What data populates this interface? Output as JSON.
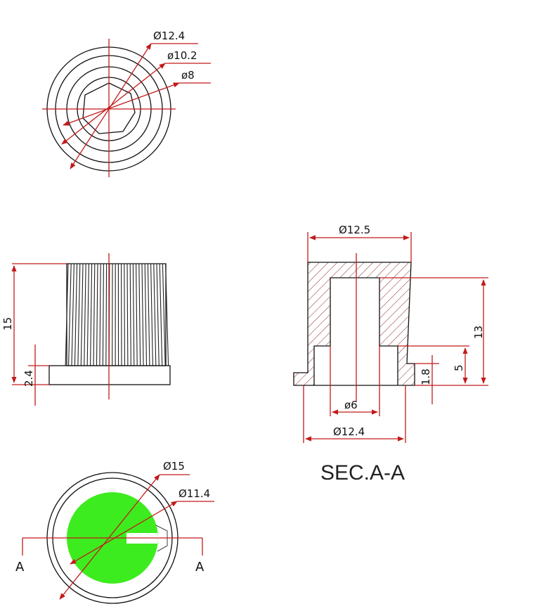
{
  "top_view": {
    "d1": "Ø12.4",
    "d2": "ø10.2",
    "d3": "ø8"
  },
  "side_view": {
    "height": "15",
    "base": "2.4"
  },
  "section": {
    "top_dia": "Ø12.5",
    "height": "13",
    "inner_height": "5",
    "lip": "1.8",
    "bore": "ø6",
    "base_dia": "Ø12.4",
    "caption": "SEC.A-A"
  },
  "bottom_view": {
    "d1": "Ø15",
    "d2": "Ø11.4",
    "cut_left": "A",
    "cut_right": "A"
  },
  "colors": {
    "dimension": "#c21a1a",
    "outline": "#111111",
    "fill": "#3dec1e"
  }
}
